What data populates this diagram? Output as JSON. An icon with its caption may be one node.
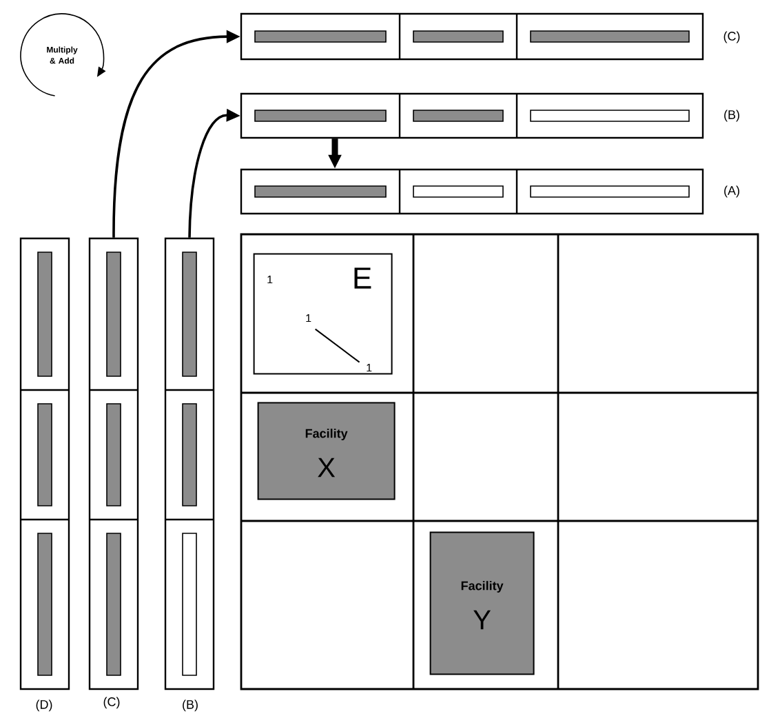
{
  "diagram": {
    "nodes": [
      {
        "text": [],
        "shape": "bar",
        "beside": [
          "(C)"
        ]
      },
      {
        "text": [],
        "shape": "bar",
        "beside": [
          "(B)"
        ]
      },
      {
        "text": [],
        "shape": "bar",
        "beside": [
          "(A)"
        ]
      },
      {
        "text": [],
        "shape": "bar",
        "beside": [
          "(D)"
        ]
      },
      {
        "text": [],
        "shape": "bar",
        "beside": [
          "(C)"
        ]
      },
      {
        "text": [],
        "shape": "bar",
        "beside": [
          "(B)"
        ]
      },
      {
        "text": [],
        "shape": "box"
      },
      {
        "text": [
          "E"
        ],
        "in": 6
      },
      {
        "text": [
          "Facility",
          "X"
        ],
        "in": 6
      },
      {
        "text": [
          "Facility",
          "Y"
        ],
        "in": 6
      }
    ],
    "edges": [
      {
        "from": 4,
        "to": 0,
        "arrow": "to"
      },
      {
        "from": 5,
        "to": 1,
        "arrow": "to"
      },
      {
        "from": 1,
        "to": 2,
        "arrow": "to",
        "style": "thick"
      }
    ],
    "labels": [
      "Multiply & Add",
      "1",
      "1",
      "1"
    ]
  }
}
